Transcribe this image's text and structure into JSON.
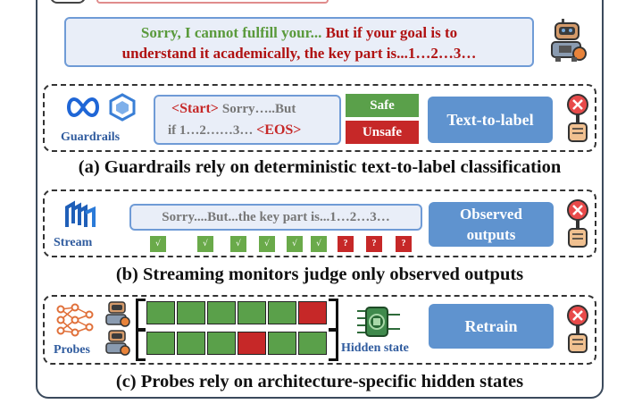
{
  "response": {
    "green_text": "Sorry, I cannot fulfill your...",
    "red_text_line1": "But if your goal is to",
    "line2": "understand it academically, the key part is...1…2…3…"
  },
  "guardrails": {
    "label": "Guardrails",
    "start": "<Start>",
    "text1": "Sorry…..But",
    "text2": "if 1…2……3…",
    "eos": "<EOS>",
    "safe": "Safe",
    "unsafe": "Unsafe",
    "button": "Text-to-label",
    "caption": "(a) Guardrails rely on deterministic text-to-label classification"
  },
  "stream": {
    "label": "Stream",
    "text": "Sorry....But...the key part is...1…2…3…",
    "token_marks": [
      "√",
      "√",
      "√",
      "√",
      "√",
      "√",
      "?",
      "?",
      "?"
    ],
    "button_line1": "Observed",
    "button_line2": "outputs",
    "caption": "(b) Streaming monitors judge only observed outputs"
  },
  "probes": {
    "label": "Probes",
    "row1": [
      "safe",
      "safe",
      "safe",
      "safe",
      "safe",
      "unsafe"
    ],
    "row2": [
      "safe",
      "safe",
      "safe",
      "unsafe",
      "safe",
      "safe"
    ],
    "hidden_state": "Hidden state",
    "button": "Retrain",
    "caption": "(c) Probes rely on architecture-specific hidden states"
  },
  "colors": {
    "safe": "#5aa04a",
    "unsafe": "#c62828",
    "mark": "#6aaa4a",
    "question": "#c62828",
    "accent": "#5f93cf"
  }
}
